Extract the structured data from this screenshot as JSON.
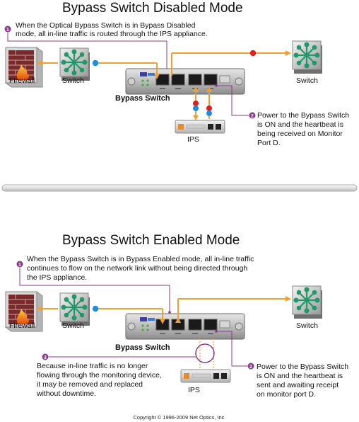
{
  "top": {
    "title": "Bypass Switch Disabled Mode",
    "callout1": {
      "number": "1",
      "lines": [
        "When the Optical Bypass Switch is in Bypass Disabled",
        "mode, all in-line traffic is routed through the IPS appliance."
      ]
    },
    "callout2": {
      "number": "2",
      "lines": [
        "Power to the Bypass Switch",
        "is ON and the heartbeat is",
        "being received on Monitor",
        "Port D."
      ]
    },
    "firewall_label": "Firewall",
    "switch_left_label": "Switch",
    "switch_right_label": "Switch",
    "bypass_label": "Bypass Switch",
    "ips_label": "IPS"
  },
  "bottom": {
    "title": "Bypass Switch Enabled Mode",
    "callout1": {
      "number": "1",
      "lines": [
        "When the Bypass Switch is in Bypass Enabled mode, all in-line traffic",
        "continues to flow on the network link without being directed through",
        "the IPS appliance."
      ]
    },
    "callout2": {
      "number": "2",
      "lines": [
        "Power to the Bypass Switch",
        "is ON and the heartbeat is",
        "sent and awaiting receipt",
        "on monitor port D."
      ]
    },
    "callout3": {
      "number": "3",
      "lines": [
        "Because in-line traffic is no longer",
        "flowing through the monitoring device,",
        "it may be removed and replaced",
        "without downtime."
      ]
    },
    "firewall_label": "Firewall",
    "switch_left_label": "Switch",
    "switch_right_label": "Switch",
    "bypass_label": "Bypass Switch",
    "ips_label": "IPS"
  },
  "copyright": "Copyright © 1996-2009 Net Optics, Inc.",
  "colors": {
    "traffic": "#f0a030",
    "callout": "#8a3a8a",
    "blue_dot": "#1a8fe0",
    "red_dot": "#e02020"
  }
}
